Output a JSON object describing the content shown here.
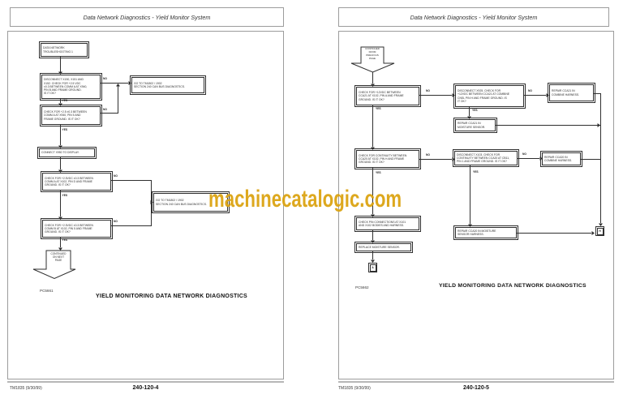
{
  "watermark": {
    "text": "machinecatalogic.com",
    "color": "#DBA312"
  },
  "labels": {
    "yes": "YES",
    "no": "NO"
  },
  "left_page": {
    "header_title": "Data Network Diagnostics - Yield Monitor System",
    "footer_left": "TM1835 (9/30/99)",
    "page_number": "240-120-4",
    "figure_id": "PC5661",
    "caption": "YIELD MONITORING DATA NETWORK DIAGNOSTICS",
    "nodes": {
      "start": "DATA NETWORK\nTROUBLESHOOTING 1",
      "check_can_a": "DISCONNECT X150, X151 AND\nX152. CHECK FOR +2.5 VDC\n±0.3 BETWEEN COMM A AT X940,\nPIN B AND FRAME GROUND.\nIS IT OK?",
      "goto_canbus_1": "GO TO TM1802 / 1902\nSECTION 240 CAN BUS DIAGNOSTICS.",
      "check_can_b": "CHECK FOR +2.5 ±0.3 BETWEEN\nCOMM A AT X940, PIN 5 AND\nFRAME GROUND. IS IT OK?",
      "connect_display": "CONNECT X950 TO DISPLAY.",
      "check_display_a": "CHECK FOR +2.5VDC ±0.3 BETWEEN\nCOMM A AT X102, PIN D AND FRAME\nGROUND. IS IT OK?",
      "goto_canbus_2": "GO TO TM1802 / 1902\nSECTION 240 CAN BUS DIAGNOSTICS.",
      "check_display_b": "CHECK FOR +2.5VDC ±0.3 BETWEEN\nCOMM B AT X102, PIN 5 AND FRAME\nGROUND. IS IT OK?",
      "continue_next": "CONTINUED\nON NEXT\nPAGE"
    }
  },
  "right_page": {
    "header_title": "Data Network Diagnostics - Yield Monitor System",
    "footer_left": "TM1835 (9/30/99)",
    "page_number": "240-120-5",
    "figure_id": "PC5662",
    "caption": "YIELD MONITORING DATA NETWORK DIAGNOSTICS",
    "nodes": {
      "continue_prev": "CONTINUED\nFROM\nPREVIOUS\nPAGE",
      "check_power": "CHECK FOR +12VDC BETWEEN\nCCA21 AT X102, PIN A AND FRAME\nGROUND. IS IT OK?",
      "disconnect_power": "DISCONNECT X925. CHECK FOR\n+12VDC BETWEEN CCA21 AT COMBINE\nCNSL PIN H AND FRAME GROUND. IS\nIT OK?",
      "repair_power_combine": "REPAIR CCA21 IN\nCOMBINE HARNESS.",
      "repair_power_sensor": "REPAIR CCA21 IN\nMOISTURE SENSOR.",
      "check_ground": "CHECK FOR CONTINUITY BETWEEN\nCCA20 AT X102, PIN H AND FRAME\nGROUND. IS IT OK?",
      "disconnect_ground": "DISCONNECT X103. CHECK FOR\nCONTINUITY BETWEEN CCA20 AT CB11,\nPIN 1 AND FRAME GROUND. IS IT OK?",
      "repair_ground_combine": "REPAIR CCA20 IN\nCOMBINE HARNESS.",
      "repair_ground_sensor": "REPAIR CCA20 IN MOISTURE\nSENSOR HARNESS.",
      "check_pins": "CHECK PIN CONNECTIONS AT X101\nAND X102 BODIES AND HARNESS.",
      "replace_sensor": "REPLACE MOISTURE SENSOR.",
      "connector_a": "A",
      "connector_h": "H"
    }
  }
}
